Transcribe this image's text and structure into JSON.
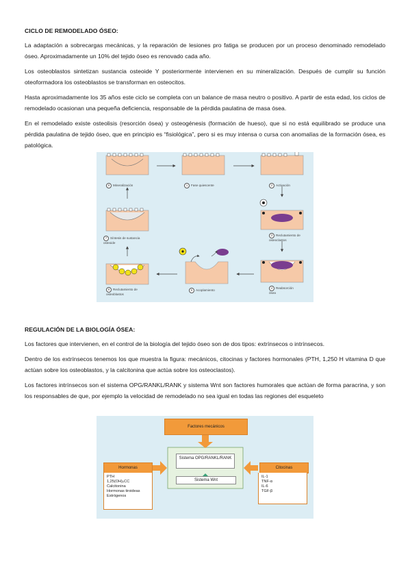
{
  "section1": {
    "title": "CICLO DE REMODELADO ÓSEO:",
    "p1": "La adaptación a sobrecargas mecánicas, y la reparación de lesiones pro fatiga se producen por un proceso denominado remodelado óseo. Aproximadamente un 10% del tejido óseo es renovado cada año.",
    "p2": "Los osteoblastos sintetizan sustancia osteoide Y posteriormente intervienen en su mineralización. Después de cumplir su función oteoformadora los osteoblastos se transforman en osteocitos.",
    "p3": "Hasta aproximadamente los 35 años este ciclo se completa con un balance de masa neutro o positivo. A partir de esta edad, los ciclos de remodelado ocasionan una pequeña deficiencia, responsable de la pérdida paulatina de masa ósea.",
    "p4": "En el remodelado existe osteolisis (resorción ósea) y osteogénesis (formación de hueso), que si no está equilibrado se produce una pérdida paulatina de tejido óseo, que en principio es “fisiológica”, pero si es muy intensa o cursa con anomalías de la formación ósea, es patológica."
  },
  "cycle_figure": {
    "steps": [
      {
        "n": "1",
        "label": "Fase quiescente"
      },
      {
        "n": "2",
        "label": "Activación"
      },
      {
        "n": "3",
        "label": "Reclutamiento de osteoclastos"
      },
      {
        "n": "4",
        "label": "Reabsorción ósea"
      },
      {
        "n": "5",
        "label": "Acoplamiento"
      },
      {
        "n": "6",
        "label": "Reclutamiento de osteoblastos"
      },
      {
        "n": "7",
        "label": "Síntesis de sustancia osteoide"
      },
      {
        "n": "8",
        "label": "Mineralización"
      }
    ]
  },
  "section2": {
    "title": "REGULACIÓN DE LA BIOLOGÍA ÓSEA:",
    "p1": "Los factores que intervienen, en el control de la biología del tejido óseo son de dos tipos: extrínsecos o intrínsecos.",
    "p2": "Dentro de los extrínsecos tenemos los que muestra la figura: mecánicos, citocinas y factores hormonales (PTH, 1,250 H vitamina D que actúan sobre los osteoblastos, y la calcitonina que actúa sobre los osteoclastos).",
    "p3": "Los factores intrínsecos son el sistema OPG/RANKL/RANK y sistema Wnt son factores humorales que actúan de forma paracrina, y son los responsables de que, por ejemplo la velocidad de remodelado no sea igual en todas las regiones del esqueleto"
  },
  "regulation_figure": {
    "mechanical": "Factores mecánicos",
    "center_top": "Sistema OPG/RANKL/RANK",
    "center_bottom": "Sistema Wnt",
    "hormones_title": "Hormonas",
    "hormones": [
      "PTH",
      "1,25(OH)₂CC",
      "Calcitonina",
      "Hormonas tiroideas",
      "Estrógenos"
    ],
    "cytokines_title": "Citocinas",
    "cytokines": [
      "IL-1",
      "TNF-α",
      "IL-6",
      "TGF-β"
    ]
  },
  "colors": {
    "figure_bg": "#dcedf4",
    "bone": "#f6c9a8",
    "orange": "#f29a3a",
    "osteoclast": "#7a3d8f",
    "osteoblast": "#f2e21a"
  }
}
